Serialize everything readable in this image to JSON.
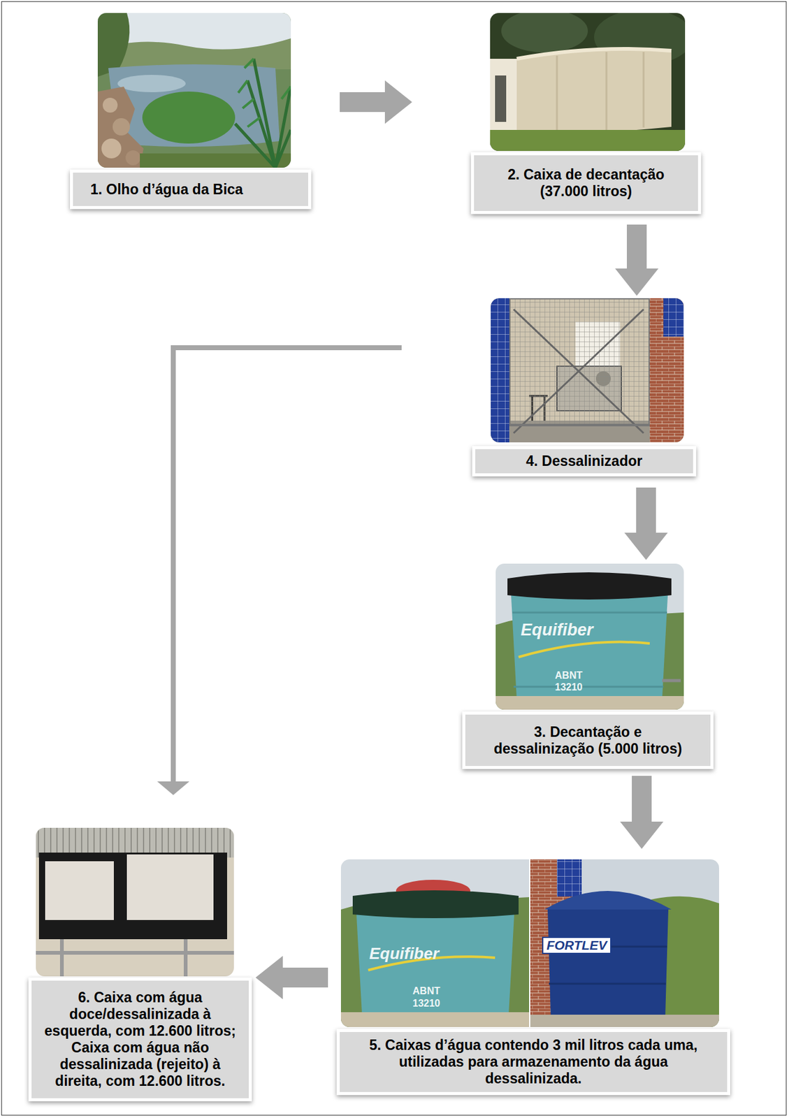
{
  "diagram": {
    "nodes": [
      {
        "text": [
          "1. Olho d’água da Bica"
        ]
      },
      {
        "text": [
          "2. Caixa de decantação (37.000 litros)"
        ]
      },
      {
        "text": [
          "4. Dessalinizador"
        ]
      },
      {
        "text": [
          "3. Decantação e dessalinização (5.000 litros)"
        ]
      },
      {
        "text": [
          "6. Caixa com água doce/dessalinizada à esquerda, com 12.600 litros; Caixa com água não dessalinizada (rejeito) à direita, com 12.600 litros."
        ]
      },
      {
        "text": [
          "5. Caixas d’água contendo 3 mil litros cada uma, utilizadas para armazenamento da água dessalinizada."
        ]
      }
    ],
    "edges": [
      {
        "from": 0,
        "to": 1,
        "arrow": "to"
      },
      {
        "from": 1,
        "to": 2,
        "arrow": "to"
      },
      {
        "from": 2,
        "to": 3,
        "arrow": "to"
      },
      {
        "from": 3,
        "to": 5,
        "arrow": "to"
      },
      {
        "from": 5,
        "to": 4,
        "arrow": "to"
      },
      {
        "from": 2,
        "to": 4,
        "arrow": "to"
      }
    ],
    "labels": [
      "Equifiber",
      "ABNT",
      "13210",
      "Equifiber",
      "ABNT",
      "13210",
      "FORTLEV"
    ]
  }
}
